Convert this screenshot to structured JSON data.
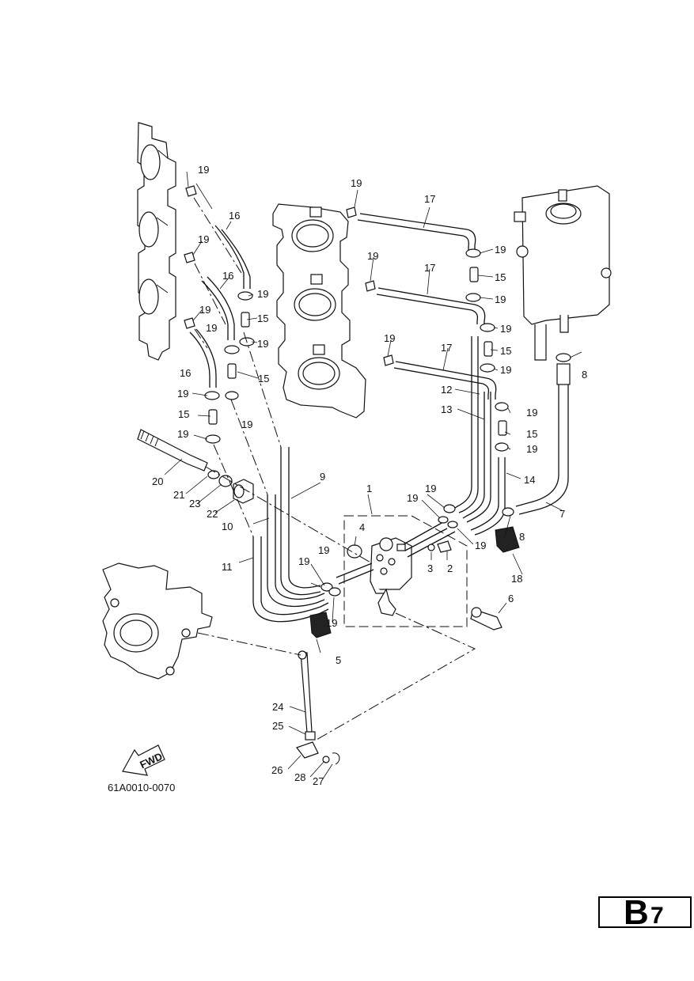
{
  "diagram": {
    "code": "61A0010-0070",
    "fwd_label": "FWD",
    "callouts": {
      "p1": "1",
      "p2": "2",
      "p3": "3",
      "p4": "4",
      "p5": "5",
      "p6": "6",
      "p7": "7",
      "p8a": "8",
      "p8b": "8",
      "p9": "9",
      "p10": "10",
      "p11": "11",
      "p12": "12",
      "p13": "13",
      "p14": "14",
      "p15a": "15",
      "p15b": "15",
      "p15c": "15",
      "p15d": "15",
      "p15e": "15",
      "p16a": "16",
      "p16b": "16",
      "p16c": "16",
      "p17a": "17",
      "p17b": "17",
      "p17c": "17",
      "p18": "18",
      "p19a": "19",
      "p19b": "19",
      "p19c": "19",
      "p19d": "19",
      "p19e": "19",
      "p19f": "19",
      "p19g": "19",
      "p19h": "19",
      "p19i": "19",
      "p19j": "19",
      "p19k": "19",
      "p19l": "19",
      "p19m": "19",
      "p19n": "19",
      "p19o": "19",
      "p19p": "19",
      "p19q": "19",
      "p19r": "19",
      "p19s": "19",
      "p19t": "19",
      "p19u": "19",
      "p19v": "19",
      "p20": "20",
      "p21": "21",
      "p22": "22",
      "p23": "23",
      "p24": "24",
      "p25": "25",
      "p26": "26",
      "p27": "27",
      "p28": "28"
    }
  },
  "badge": {
    "letter": "B",
    "number": "7"
  }
}
